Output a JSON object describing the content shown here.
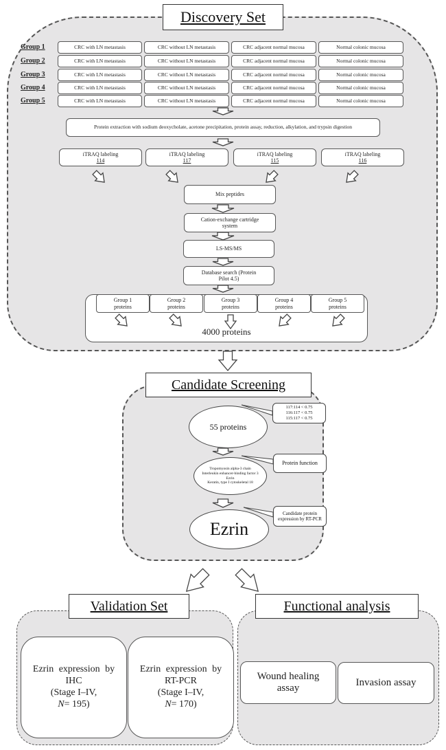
{
  "discovery": {
    "title": "Discovery Set",
    "groups": [
      {
        "label": "Group 1",
        "samples": [
          "CRC with LN metastasis",
          "CRC without LN metastasis",
          "CRC adjacent normal mucosa",
          "Normal colonic mucosa"
        ]
      },
      {
        "label": "Group 2",
        "samples": [
          "CRC with LN metastasis",
          "CRC without LN metastasis",
          "CRC adjacent normal mucosa",
          "Normal colonic mucosa"
        ]
      },
      {
        "label": "Group 3",
        "samples": [
          "CRC with LN metastasis",
          "CRC without LN metastasis",
          "CRC adjacent normal mucosa",
          "Normal colonic mucosa"
        ]
      },
      {
        "label": "Group 4",
        "samples": [
          "CRC with LN metastasis",
          "CRC without LN metastasis",
          "CRC adjacent normal mucosa",
          "Normal colonic mucosa"
        ]
      },
      {
        "label": "Group 5",
        "samples": [
          "CRC with LN metastasis",
          "CRC without LN metastasis",
          "CRC adjacent normal mucosa",
          "Normal colonic mucosa"
        ]
      }
    ],
    "extraction": "Protein extraction with sodium deoxycholate, acetone precipitation, protein assay, reduction, alkylation, and trypsin digestion",
    "itraq": [
      {
        "label": "iTRAQ labeling",
        "tag": "114"
      },
      {
        "label": "iTRAQ labeling",
        "tag": "117"
      },
      {
        "label": "iTRAQ labeling",
        "tag": "115"
      },
      {
        "label": "iTRAQ labeling",
        "tag": "116"
      }
    ],
    "steps": [
      "Mix peptides",
      "Cation-exchange cartridge system",
      "LS-MS/MS",
      "Database search (Protein Pilot 4.5)"
    ],
    "group_proteins": [
      "Group 1 proteins",
      "Group 2 proteins",
      "Group 3 proteins",
      "Group 4 proteins",
      "Group 5 proteins"
    ],
    "total": "4000 proteins"
  },
  "screening": {
    "title": "Candidate Screening",
    "ratios": [
      "117:114 < 0.75",
      "116:117 < 0.75",
      "115:117 < 0.75"
    ],
    "count": "55 proteins",
    "function_note": "Protein function",
    "candidates": [
      "Tropomyosin alpha-3 chain",
      "Interleukin enhancer-binding factor 3",
      "Ezrin",
      "Keratin, type I cytoskeletal 18"
    ],
    "rtpcr_note": "Candidate protein expression by RT-PCR",
    "result": "Ezrin"
  },
  "validation": {
    "title": "Validation Set",
    "boxes": [
      {
        "line1": "Ezrin expression by",
        "line2": "IHC",
        "line3": "(Stage I–IV,",
        "n_label": "N",
        "n_value": "= 195)"
      },
      {
        "line1": "Ezrin expression by",
        "line2": "RT-PCR",
        "line3": "(Stage I–IV,",
        "n_label": "N",
        "n_value": "= 170)"
      }
    ]
  },
  "functional": {
    "title": "Functional analysis",
    "boxes": [
      "Wound healing assay",
      "Invasion assay"
    ]
  }
}
